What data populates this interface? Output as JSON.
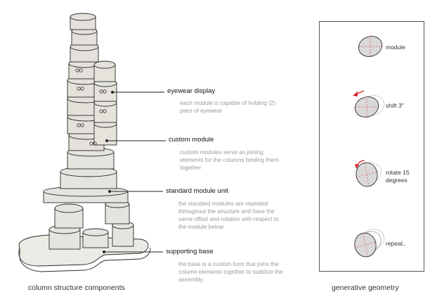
{
  "left_caption": "column structure components",
  "right_caption": "generative geometry",
  "callouts": [
    {
      "title": "eyewear display",
      "desc": [
        "each module is capable of holding (2)",
        "pairs of eyewear"
      ]
    },
    {
      "title": "custom module",
      "desc": [
        "custom modules serve as joining",
        "elements  for the columns binding them",
        "together"
      ]
    },
    {
      "title": "standard module unit",
      "desc": [
        "the standard modules are repeated",
        "throughout the structure and have the",
        "same offset and rotation with respect to",
        "the module below"
      ]
    },
    {
      "title": "supporting base",
      "desc": [
        "the base is a custom form that joins the",
        "column elements together to stabilize the",
        "assembly."
      ]
    }
  ],
  "steps": [
    {
      "label": [
        "module"
      ]
    },
    {
      "label": [
        "shift 3\""
      ]
    },
    {
      "label": [
        "rotate 15",
        "degrees"
      ]
    },
    {
      "label": [
        "repeat.."
      ]
    }
  ],
  "colors": {
    "module_fill": "#dcdcdc",
    "module_stroke": "#2a2a2a",
    "arrow": "#d4242b",
    "axis": "#e05050"
  }
}
